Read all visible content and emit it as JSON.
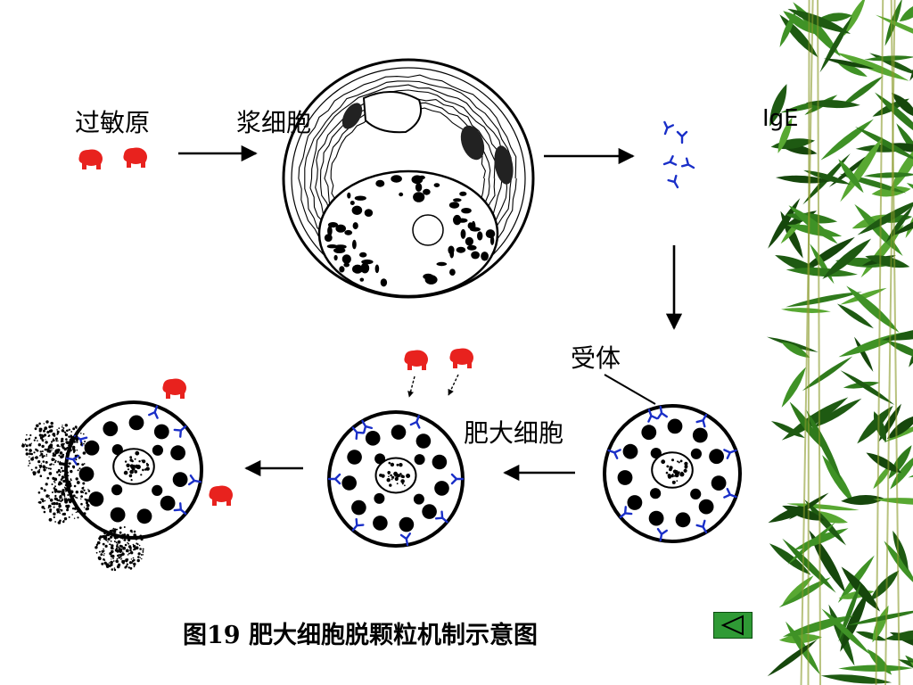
{
  "labels": {
    "allergen": "过敏原",
    "plasma_cell": "浆细胞",
    "ige": "IgE",
    "receptor": "受体",
    "mast_cell": "肥大细胞"
  },
  "caption": "图19 肥大细胞脱颗粒机制示意图",
  "nav": {
    "back_icon": "triangle-left-icon"
  },
  "colors": {
    "allergen": "#e8221e",
    "antibody": "#1a2fc8",
    "bamboo_dark": "#1e5a12",
    "bamboo_light": "#58a832",
    "nav_button": "#2f9a35"
  }
}
